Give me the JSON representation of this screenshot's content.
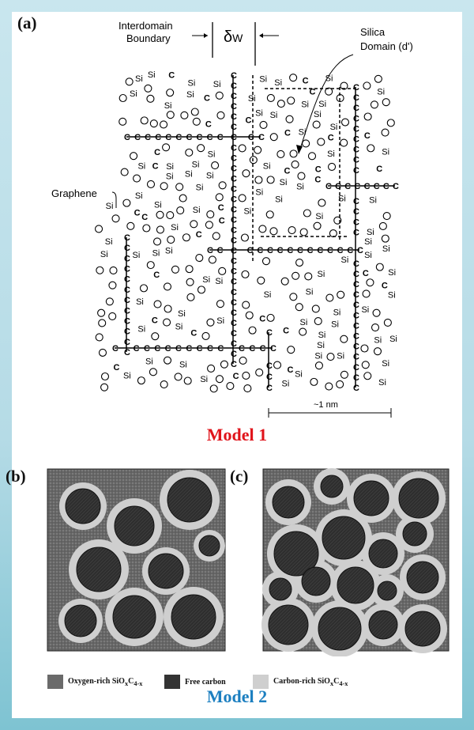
{
  "panel_a": {
    "label": "(a)",
    "interdomain": [
      "Interdomain",
      "Boundary"
    ],
    "delta": "δ",
    "delta_sub": "W",
    "silica": [
      "Silica",
      "Domain (d')"
    ],
    "graphene": "Graphene",
    "scale": "~1 nm",
    "atoms": [
      "Si",
      "O",
      "C"
    ],
    "model": "Model 1",
    "model_color": "#e0141b"
  },
  "panel_b": {
    "label": "(b)"
  },
  "panel_c": {
    "label": "(c)"
  },
  "legend": [
    {
      "text": "Oxygen-rich SiO",
      "sub1": "x",
      "mid": "C",
      "sub2": "4-x",
      "color": "#6a6a6a"
    },
    {
      "text": "Free carbon",
      "color": "#333333"
    },
    {
      "text": "Carbon-rich SiO",
      "sub1": "x",
      "mid": "C",
      "sub2": "4-x",
      "color": "#cfcfcf"
    }
  ],
  "model2": {
    "text": "Model 2",
    "color": "#1c7fc0"
  }
}
